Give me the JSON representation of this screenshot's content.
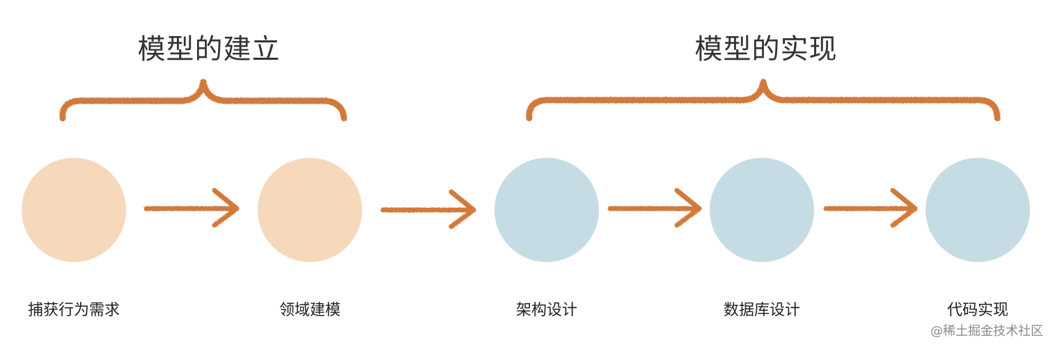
{
  "groups": [
    {
      "title": "模型的建立",
      "color": "#d27a3a"
    },
    {
      "title": "模型的实现",
      "color": "#d27a3a"
    }
  ],
  "steps": [
    {
      "label": "捕获行为需求",
      "color": "#f6d8bb"
    },
    {
      "label": "领域建模",
      "color": "#f6d8bb"
    },
    {
      "label": "架构设计",
      "color": "#c5dce5"
    },
    {
      "label": "数据库设计",
      "color": "#c5dce5"
    },
    {
      "label": "代码实现",
      "color": "#c5dce5"
    }
  ],
  "arrow_color": "#d27a3a",
  "watermark": "@稀土掘金技术社区"
}
